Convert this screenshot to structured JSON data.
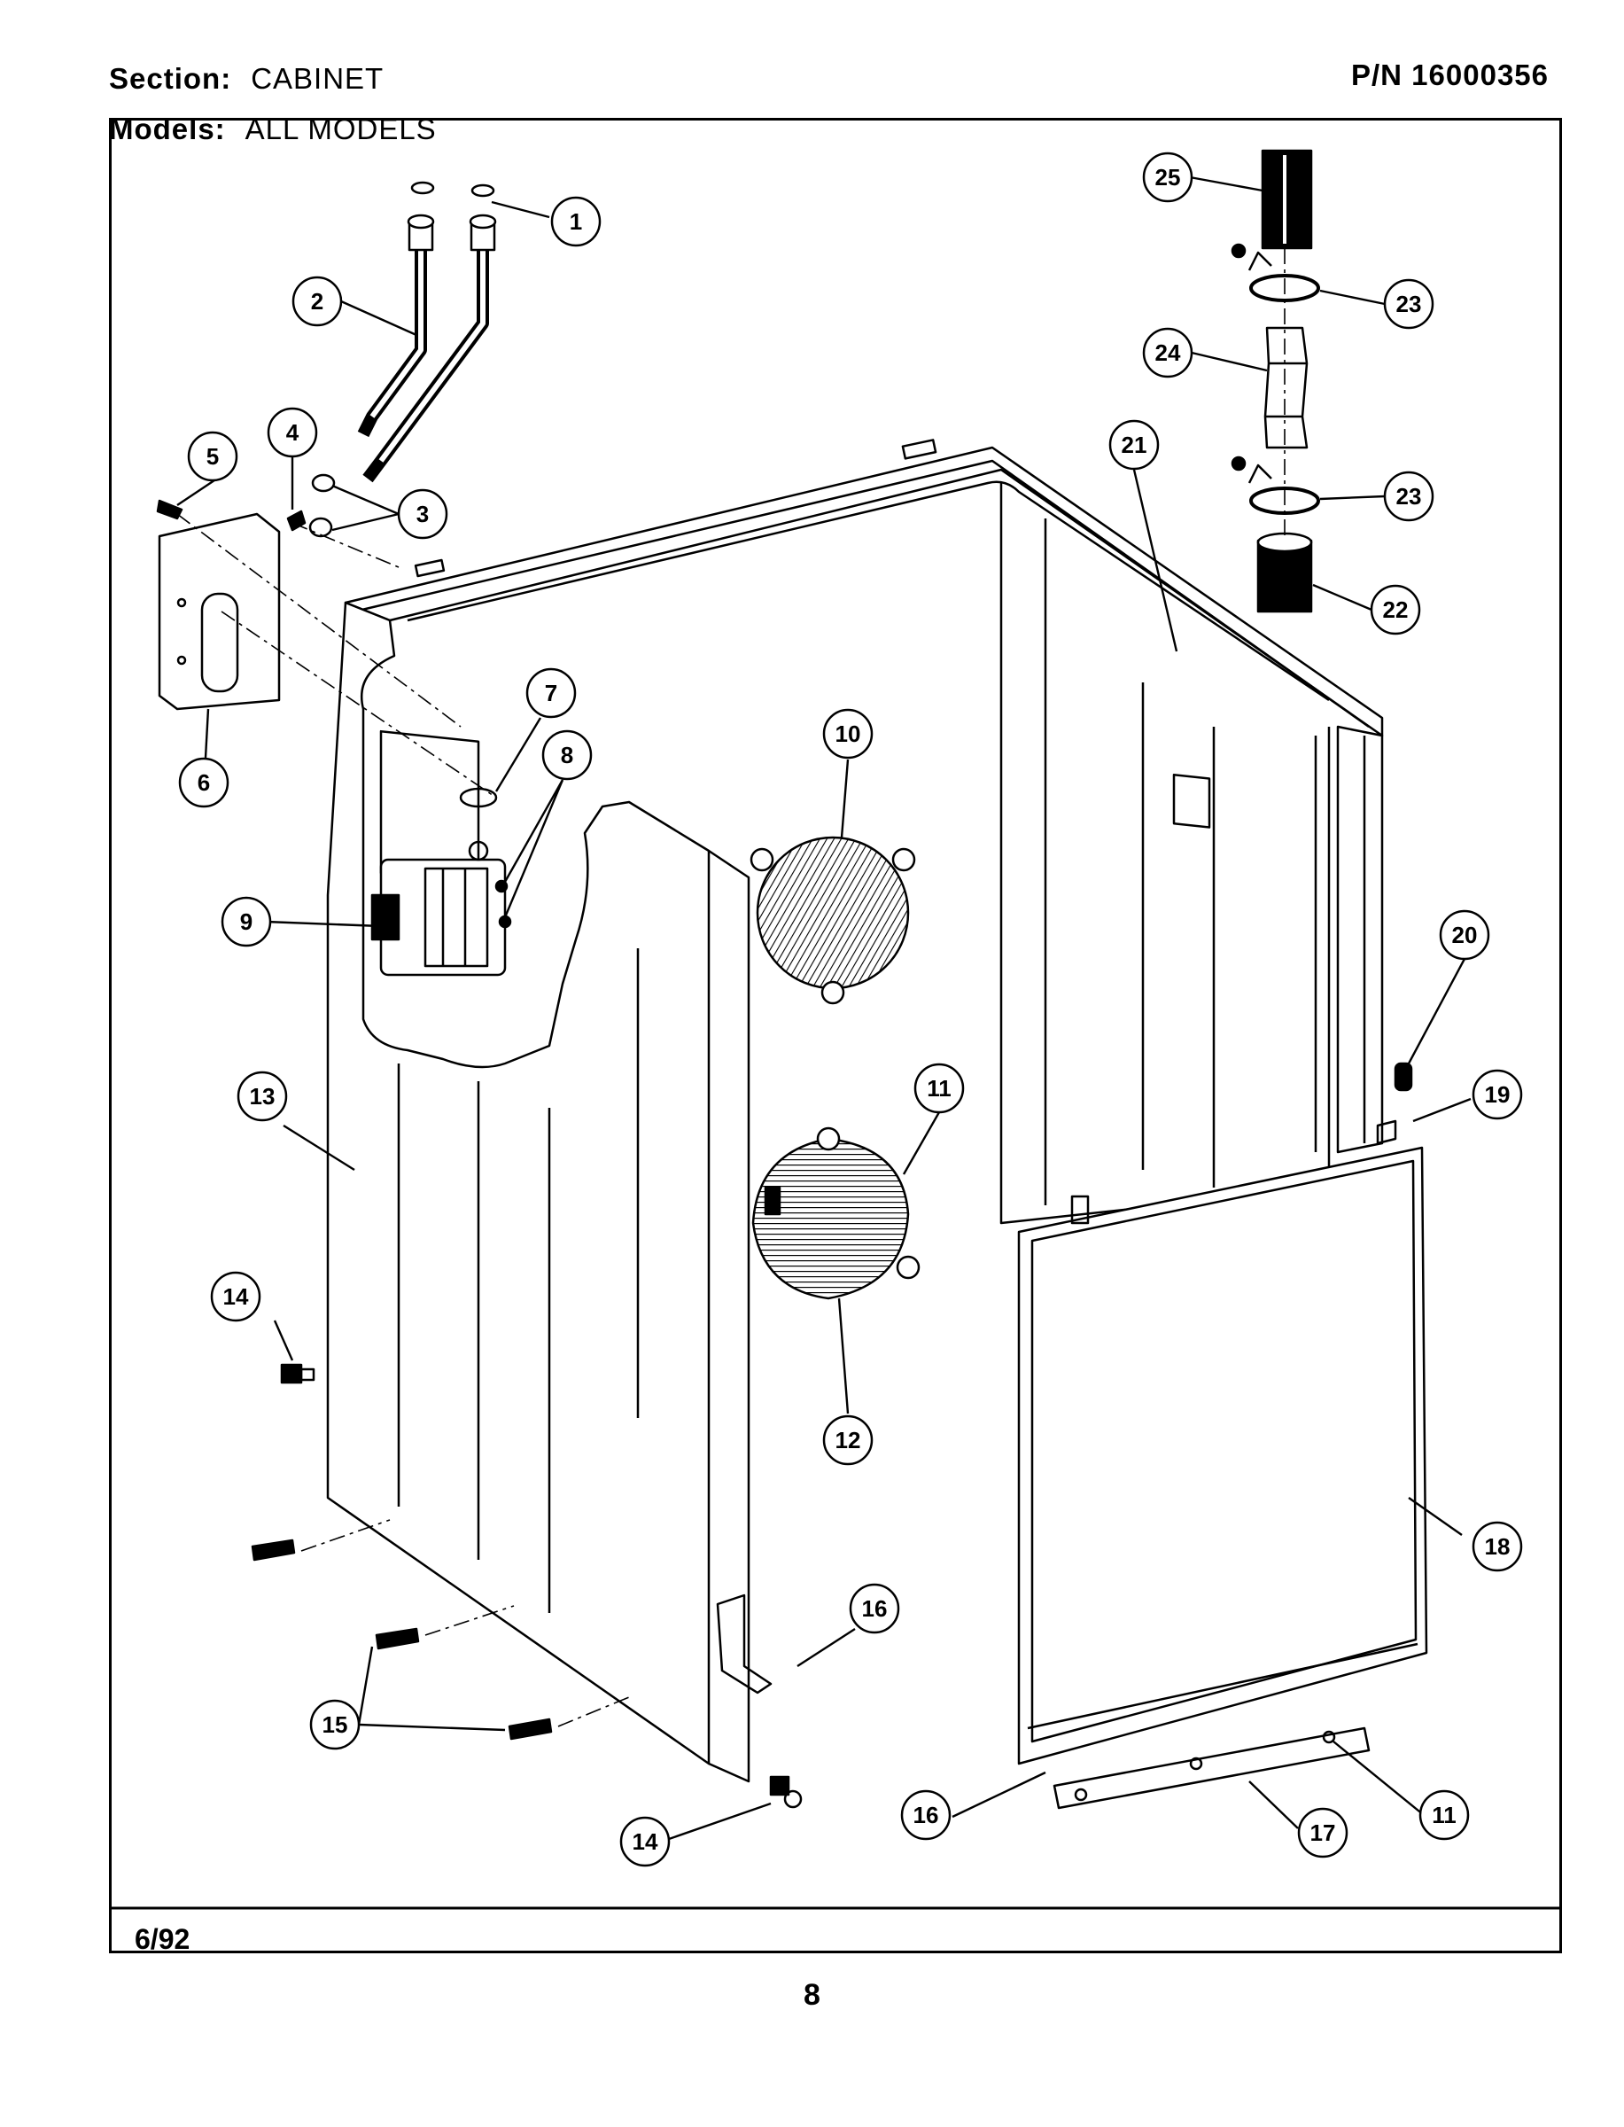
{
  "header": {
    "section_label": "Section:",
    "section_value": "CABINET",
    "part_number": "P/N 16000356",
    "models_label": "Models:",
    "models_value": "ALL MODELS"
  },
  "footer": {
    "date": "6/92",
    "page_number": "8"
  },
  "callouts": [
    "1",
    "2",
    "3",
    "4",
    "5",
    "6",
    "7",
    "8",
    "9",
    "10",
    "11",
    "11",
    "12",
    "13",
    "14",
    "14",
    "15",
    "16",
    "16",
    "17",
    "18",
    "19",
    "20",
    "21",
    "22",
    "23",
    "23",
    "24",
    "25"
  ]
}
